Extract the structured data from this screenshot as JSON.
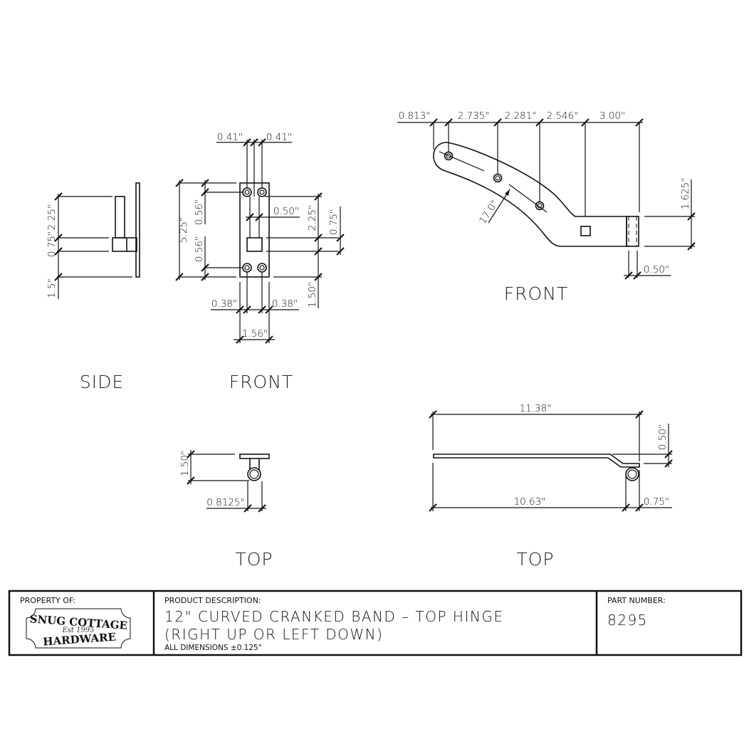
{
  "views": {
    "side": {
      "label": "SIDE",
      "dims": {
        "upper": "2.25\"",
        "middle": "0.75\"",
        "lower": "1.5\""
      }
    },
    "front_plate": {
      "label": "FRONT",
      "dims": {
        "hole_offset_left": "0.41\"",
        "hole_offset_right": "0.41\"",
        "overall_height": "5.25\"",
        "hole_top_offset": "0.56\"",
        "hole_bottom_offset": "0.56\"",
        "pin_width": "0.50\"",
        "pin_to_top_hole": "2.25\"",
        "pin_height": "0.75\"",
        "pin_to_bottom": "1.50\"",
        "edge_left": "0.38\"",
        "edge_right": "0.38\"",
        "overall_width": "1.56\""
      }
    },
    "front_band": {
      "label": "FRONT",
      "dims": {
        "seg1": "0.813\"",
        "seg2": "2.735\"",
        "seg3": "2.281\"",
        "seg4": "2.546\"",
        "seg5": "3.00\"",
        "radius": "17.0\"",
        "band_width": "1.625\"",
        "knuckle_width": "0.50\""
      }
    },
    "top_plate": {
      "label": "TOP",
      "dims": {
        "depth": "1.50\"",
        "knuckle": "0.8125\""
      }
    },
    "top_band": {
      "label": "TOP",
      "dims": {
        "overall": "11.38\"",
        "offset": "0.50\"",
        "strap": "10.63\"",
        "knuckle": "0.75\""
      }
    }
  },
  "title_block": {
    "property_label": "PROPERTY OF:",
    "logo": {
      "line1": "SNUG COTTAGE",
      "est": "Est 1995",
      "line2": "HARDWARE"
    },
    "description_label": "PRODUCT DESCRIPTION:",
    "description_line1": "12\" CURVED CRANKED BAND – TOP HINGE",
    "description_line2": "(RIGHT UP OR LEFT DOWN)",
    "tolerance": "ALL DIMENSIONS ±0.125\"",
    "part_number_label": "PART NUMBER:",
    "part_number": "8295"
  }
}
